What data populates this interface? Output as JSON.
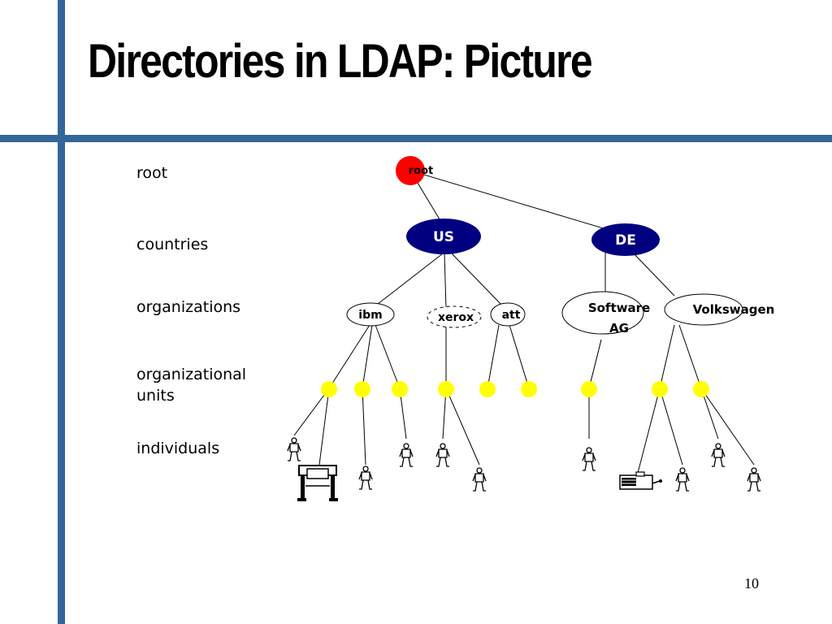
{
  "slide": {
    "title": "Directories in LDAP: Picture",
    "page_number": "10"
  },
  "levels": {
    "root": "root",
    "countries": "countries",
    "organizations": "organizations",
    "org_units_line1": "organizational",
    "org_units_line2": "units",
    "individuals": "individuals"
  },
  "tree": {
    "root": "root",
    "countries": [
      "US",
      "DE"
    ],
    "organizations": [
      "ibm",
      "xerox",
      "att",
      "Software",
      "AG",
      "Volkswagen"
    ]
  },
  "colors": {
    "accent_bars": "#336699",
    "root_node": "#ff0000",
    "country_node": "#000080",
    "org_unit_node": "#ffff00"
  }
}
